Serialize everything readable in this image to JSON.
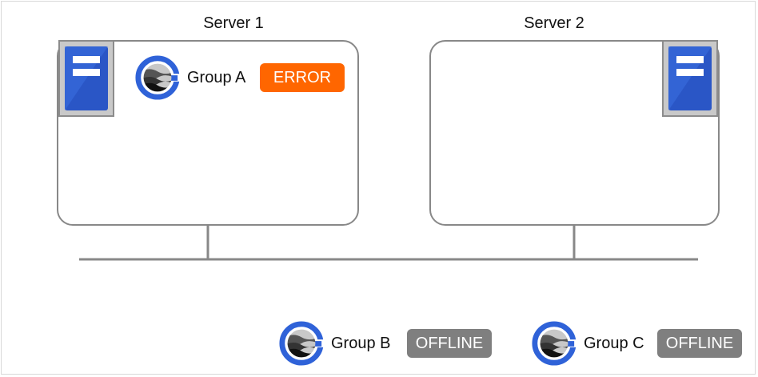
{
  "servers": [
    {
      "title": "Server 1"
    },
    {
      "title": "Server 2"
    }
  ],
  "groups": [
    {
      "label": "Group A",
      "status": "ERROR"
    },
    {
      "label": "Group B",
      "status": "OFFLINE"
    },
    {
      "label": "Group C",
      "status": "OFFLINE"
    }
  ],
  "colors": {
    "error": "#ff6600",
    "offline": "#7f7f7f",
    "server_blue": "#2a56c6",
    "line": "#888888"
  },
  "icons": {
    "server": "server-icon",
    "group": "group-logo-icon"
  }
}
